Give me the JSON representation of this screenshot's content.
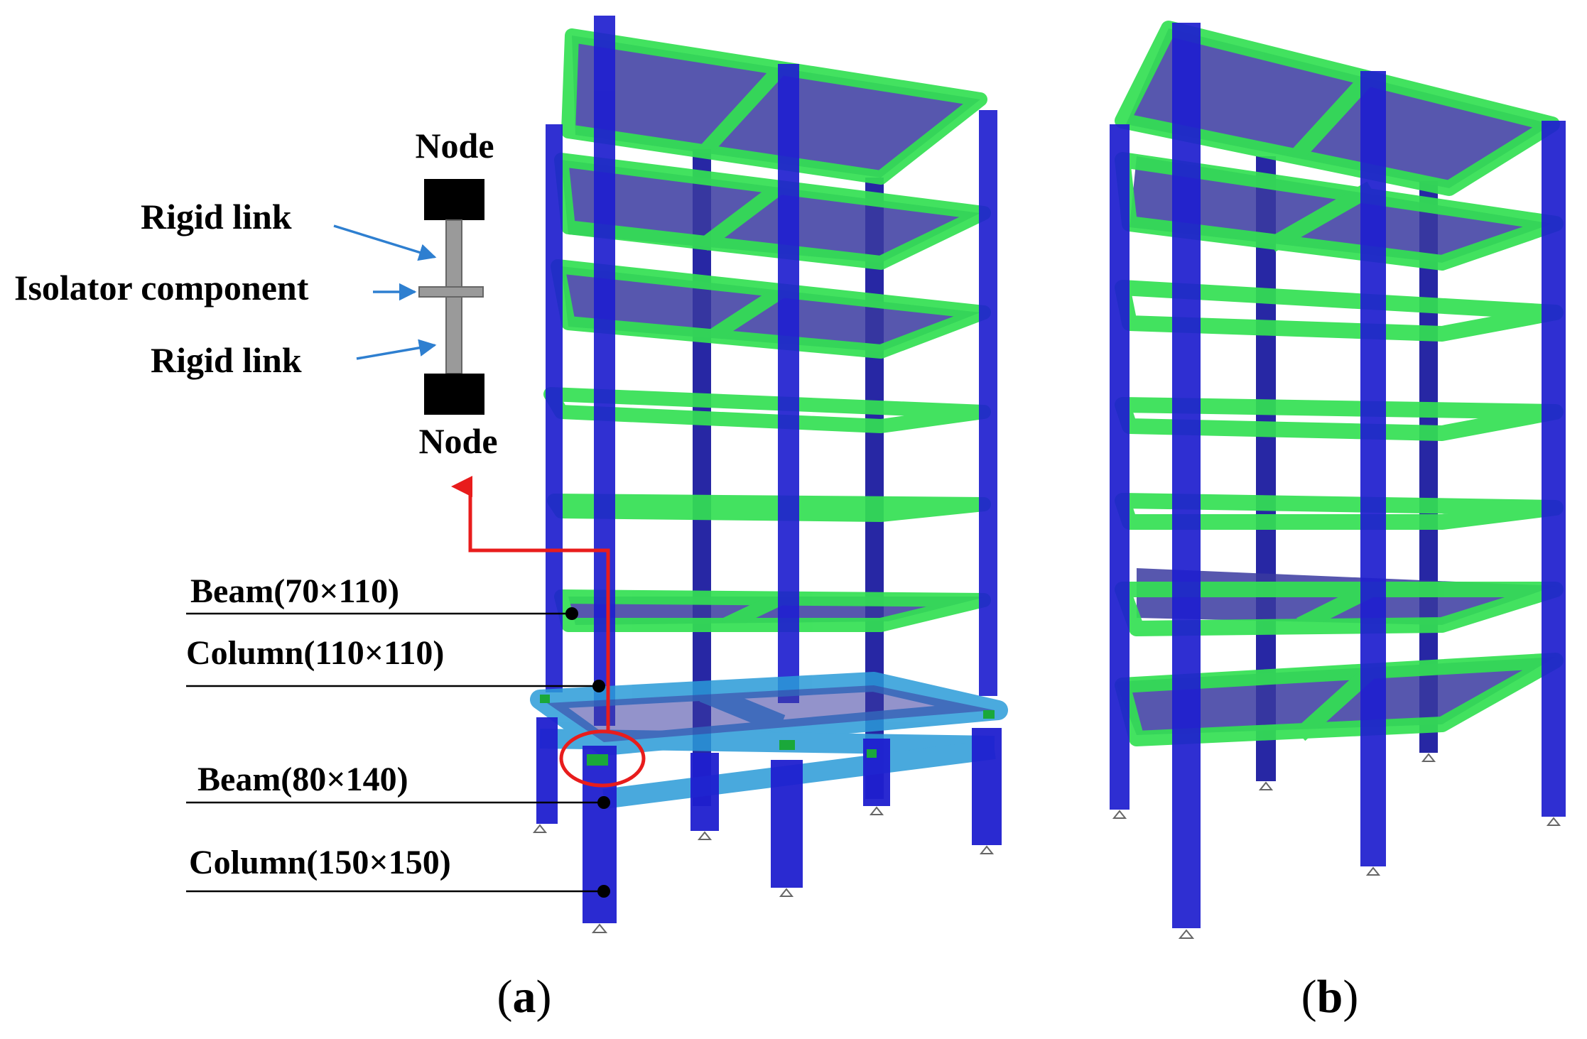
{
  "labels": {
    "node_top": "Node",
    "rigid_link_top": "Rigid link",
    "isolator_component": "Isolator component",
    "rigid_link_bottom": "Rigid link",
    "node_bottom": "Node",
    "beam_upper": "Beam(70×110)",
    "column_upper": "Column(110×110)",
    "beam_lower": "Beam(80×140)",
    "column_lower": "Column(150×150)",
    "panel_a_open": "(",
    "panel_a_letter": "a",
    "panel_a_close": ")",
    "panel_b_open": "(",
    "panel_b_letter": "b",
    "panel_b_close": ")"
  },
  "colors": {
    "column": "#1f1fcf",
    "column_dark": "#10109a",
    "beam": "#33e052",
    "beam_dark": "#1aa83a",
    "isolation_beam": "#2a9bd8",
    "slab": "#3a3aa0",
    "callout_red": "#e81c1c",
    "arrow_blue": "#2e7fd0",
    "node_black": "#000000",
    "link_gray": "#9a9a9a"
  },
  "icons": {
    "support": "fixed-support-icon"
  }
}
